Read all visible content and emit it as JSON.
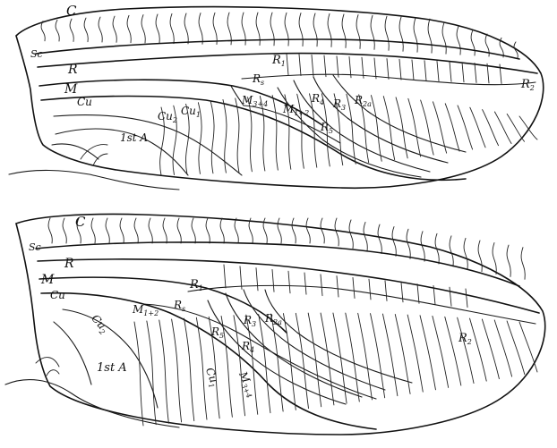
{
  "figure": {
    "upper_wing": {
      "labels": {
        "C": "C",
        "Sc": "Sc",
        "R": "R",
        "M": "M",
        "Cu": "Cu",
        "R1": "R",
        "R1_sub": "1",
        "R2": "R",
        "R2_sub": "2",
        "Rs_small": "R",
        "Rs_small_sub": "s",
        "M34": "M",
        "M34_sub": "3+4",
        "M12": "M",
        "M12_sub": "1+2",
        "R4": "R",
        "R4_sub": "4",
        "R5": "R",
        "R5_sub": "5",
        "R3": "R",
        "R3_sub": "3",
        "R2a": "R",
        "R2a_sub": "2a",
        "Cu1": "Cu",
        "Cu1_sub": "1",
        "Cu2": "Cu",
        "Cu2_sub": "2",
        "A1": "1st A"
      }
    },
    "lower_wing": {
      "labels": {
        "C": "C",
        "Sc": "Sc",
        "R": "R",
        "M": "M",
        "Cu": "Cu",
        "R1": "R",
        "R1_sub": "1",
        "R2": "R",
        "R2_sub": "2",
        "Rs": "R",
        "Rs_sub": "s",
        "M12": "M",
        "M12_sub": "1+2",
        "R5": "R",
        "R5_sub": "5",
        "R4": "R",
        "R4_sub": "4",
        "R3": "R",
        "R3_sub": "3",
        "R2a": "R",
        "R2a_sub": "2a",
        "Cu2": "Cu",
        "Cu2_sub": "2",
        "Cu1": "Cu",
        "Cu1_sub": "1",
        "M34": "M",
        "M34_sub": "3+4",
        "A1": "1st A"
      }
    }
  }
}
